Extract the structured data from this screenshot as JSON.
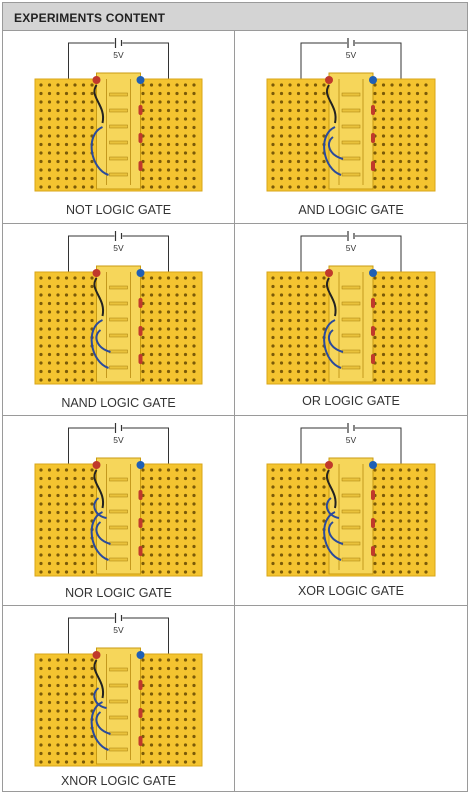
{
  "header": {
    "title": "EXPERIMENTS CONTENT"
  },
  "supply_label": "5V",
  "experiments": [
    {
      "caption": "NOT LOGIC GATE"
    },
    {
      "caption": "AND LOGIC GATE"
    },
    {
      "caption": "NAND LOGIC GATE"
    },
    {
      "caption": "OR LOGIC GATE"
    },
    {
      "caption": "NOR LOGIC GATE"
    },
    {
      "caption": "XOR LOGIC GATE"
    },
    {
      "caption": "XNOR LOGIC GATE"
    }
  ],
  "colors": {
    "board": "#f4c430",
    "hole": "#7a5a08",
    "wire_dark": "#222222",
    "wire_blue": "#2a4a9c",
    "terminal_red": "#c0392b",
    "terminal_blue": "#1f5fb5"
  }
}
